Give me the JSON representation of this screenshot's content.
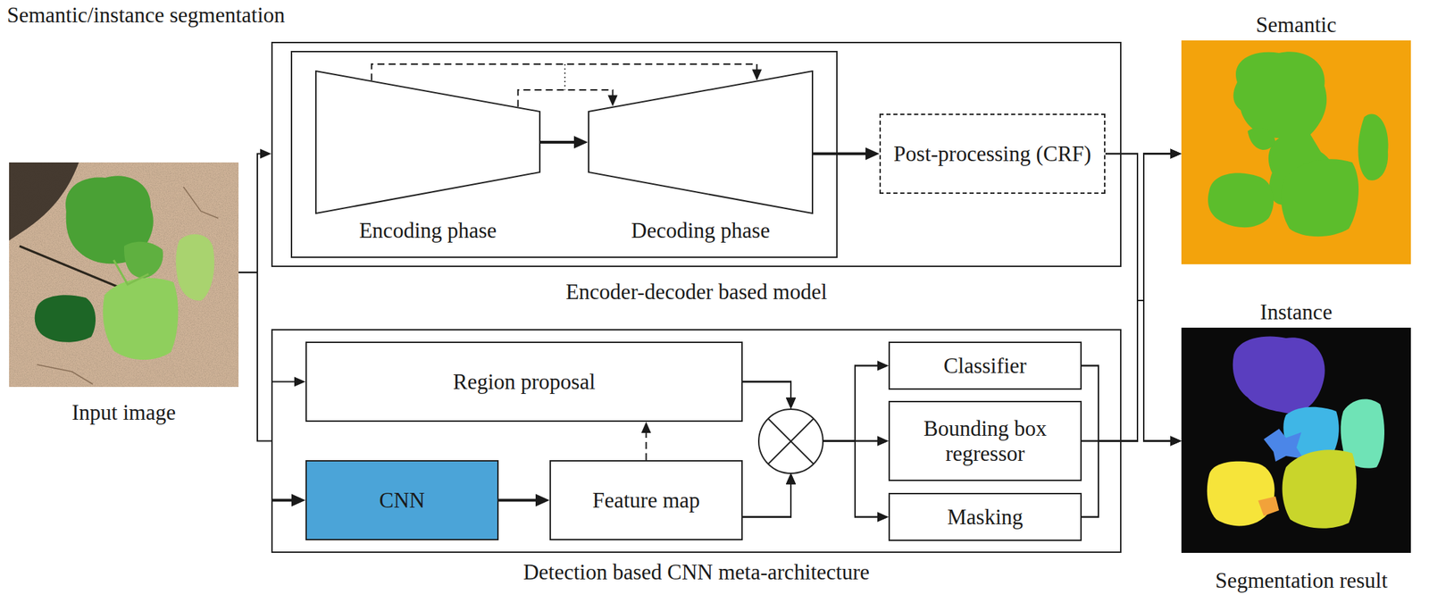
{
  "diagram": {
    "title": "Semantic/instance segmentation",
    "nodes": [
      {
        "text": [
          "Input image"
        ]
      },
      {
        "text": [
          "Encoder-decoder based model"
        ]
      },
      {
        "text": [
          "Encoding phase"
        ],
        "in": 1
      },
      {
        "text": [
          "Decoding phase"
        ],
        "in": 1
      },
      {
        "text": [
          "Post-processing (CRF)"
        ],
        "in": 1
      },
      {
        "text": [
          "Detection based CNN meta-architecture"
        ]
      },
      {
        "text": [
          "Region proposal"
        ],
        "in": 5
      },
      {
        "text": [
          "CNN"
        ],
        "in": 5
      },
      {
        "text": [
          "Feature map"
        ],
        "in": 5
      },
      {
        "text": [
          "Classifier"
        ],
        "in": 5
      },
      {
        "text": [
          "Bounding box regressor"
        ],
        "in": 5
      },
      {
        "text": [
          "Masking"
        ],
        "in": 5
      },
      {
        "text": [
          "Semantic"
        ]
      },
      {
        "text": [
          "Instance"
        ]
      }
    ],
    "edges": [
      {
        "from": 0,
        "to": 1,
        "arrow": "to"
      },
      {
        "from": 0,
        "to": 5,
        "arrow": "none"
      },
      {
        "from": 2,
        "to": 3,
        "arrow": "to"
      },
      {
        "from": 2,
        "to": 3,
        "arrow": "to"
      },
      {
        "from": 2,
        "to": 3,
        "arrow": "to"
      },
      {
        "from": 3,
        "to": 4,
        "arrow": "to"
      },
      {
        "from": 4,
        "to": 12,
        "arrow": "to"
      },
      {
        "from": 4,
        "to": 13,
        "arrow": "to"
      },
      {
        "from": 5,
        "to": 6,
        "arrow": "to"
      },
      {
        "from": 5,
        "to": 7,
        "arrow": "to"
      },
      {
        "from": 7,
        "to": 8,
        "arrow": "to"
      },
      {
        "from": 8,
        "to": 6,
        "arrow": "to"
      },
      {
        "from": 6,
        "to": 9,
        "arrow": "to"
      },
      {
        "from": 6,
        "to": 10,
        "arrow": "to"
      },
      {
        "from": 6,
        "to": 11,
        "arrow": "to"
      },
      {
        "from": 8,
        "to": 9,
        "arrow": "to"
      },
      {
        "from": 8,
        "to": 10,
        "arrow": "to"
      },
      {
        "from": 8,
        "to": 11,
        "arrow": "to"
      },
      {
        "from": 9,
        "to": 12,
        "arrow": "to"
      },
      {
        "from": 9,
        "to": 13,
        "arrow": "to"
      },
      {
        "from": 10,
        "to": 12,
        "arrow": "to"
      },
      {
        "from": 10,
        "to": 13,
        "arrow": "to"
      },
      {
        "from": 11,
        "to": 12,
        "arrow": "to"
      },
      {
        "from": 11,
        "to": 13,
        "arrow": "to"
      }
    ],
    "labels": [
      "Segmentation result"
    ]
  }
}
